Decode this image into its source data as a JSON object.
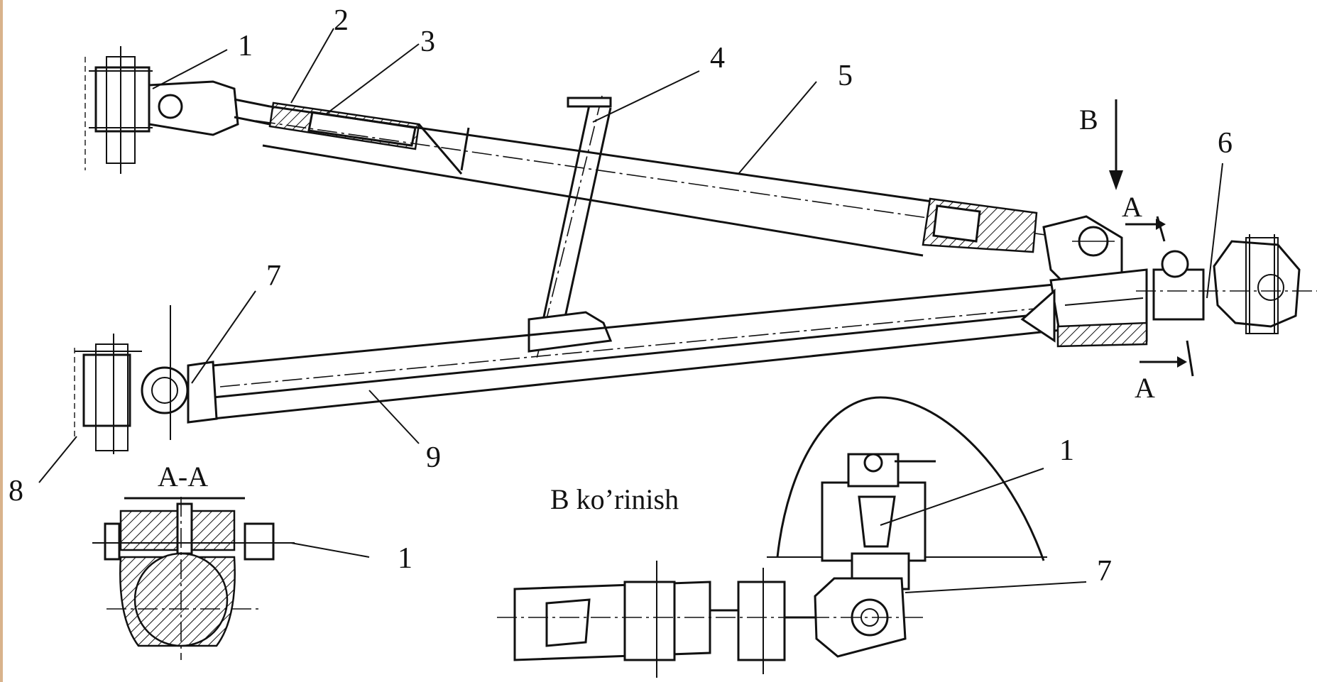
{
  "figure": {
    "callouts": {
      "c1_top": "1",
      "c2": "2",
      "c3": "3",
      "c4": "4",
      "c5": "5",
      "c6": "6",
      "c7": "7",
      "c8": "8",
      "c9": "9",
      "c1_section": "1",
      "c1_view": "1",
      "c7_view": "7"
    },
    "view_arrow_label": "B",
    "section_marker_top": "A",
    "section_marker_bottom": "A",
    "section_title": "A-A",
    "view_title": "B  ko’rinish"
  }
}
